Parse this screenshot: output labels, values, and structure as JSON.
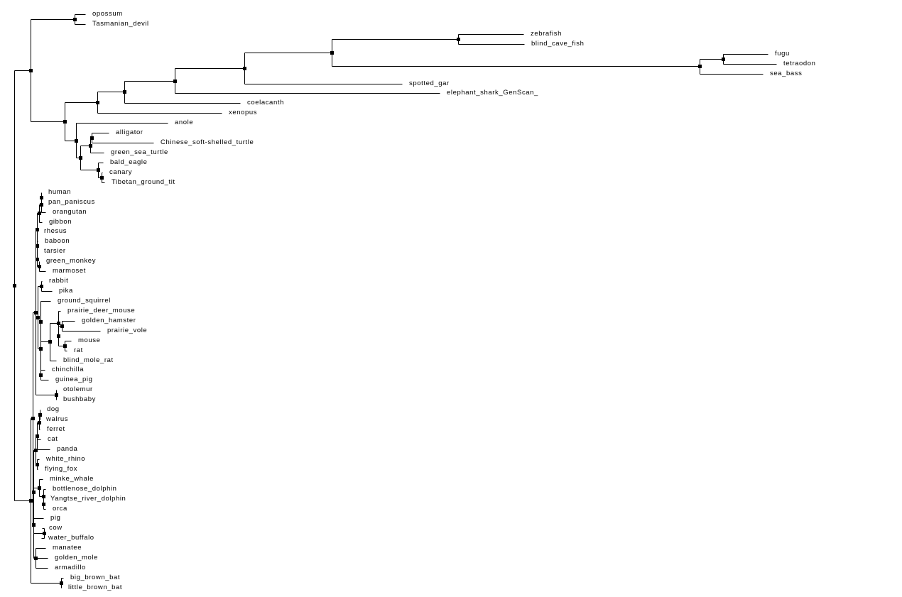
{
  "tree": {
    "leaves": [
      "opossum",
      "Tasmanian_devil",
      "zebrafish",
      "blind_cave_fish",
      "fugu",
      "tetraodon",
      "sea_bass",
      "spotted_gar",
      "elephant_shark_GenScan_",
      "coelacanth",
      "xenopus",
      "anole",
      "alligator",
      "Chinese_soft-shelled_turtle",
      "green_sea_turtle",
      "bald_eagle",
      "canary",
      "Tibetan_ground_tit",
      "human",
      "pan_paniscus",
      "orangutan",
      "gibbon",
      "rhesus",
      "baboon",
      "tarsier",
      "green_monkey",
      "marmoset",
      "rabbit",
      "pika",
      "ground_squirrel",
      "prairie_deer_mouse",
      "golden_hamster",
      "prairie_vole",
      "mouse",
      "rat",
      "blind_mole_rat",
      "chinchilla",
      "guinea_pig",
      "otolemur",
      "bushbaby",
      "dog",
      "walrus",
      "ferret",
      "cat",
      "panda",
      "white_rhino",
      "flying_fox",
      "minke_whale",
      "bottlenose_dolphin",
      "Yangtse_river_dolphin",
      "orca",
      "pig",
      "cow",
      "water_buffalo",
      "manatee",
      "golden_mole",
      "armadillo",
      "big_brown_bat",
      "little_brown_bat"
    ]
  }
}
